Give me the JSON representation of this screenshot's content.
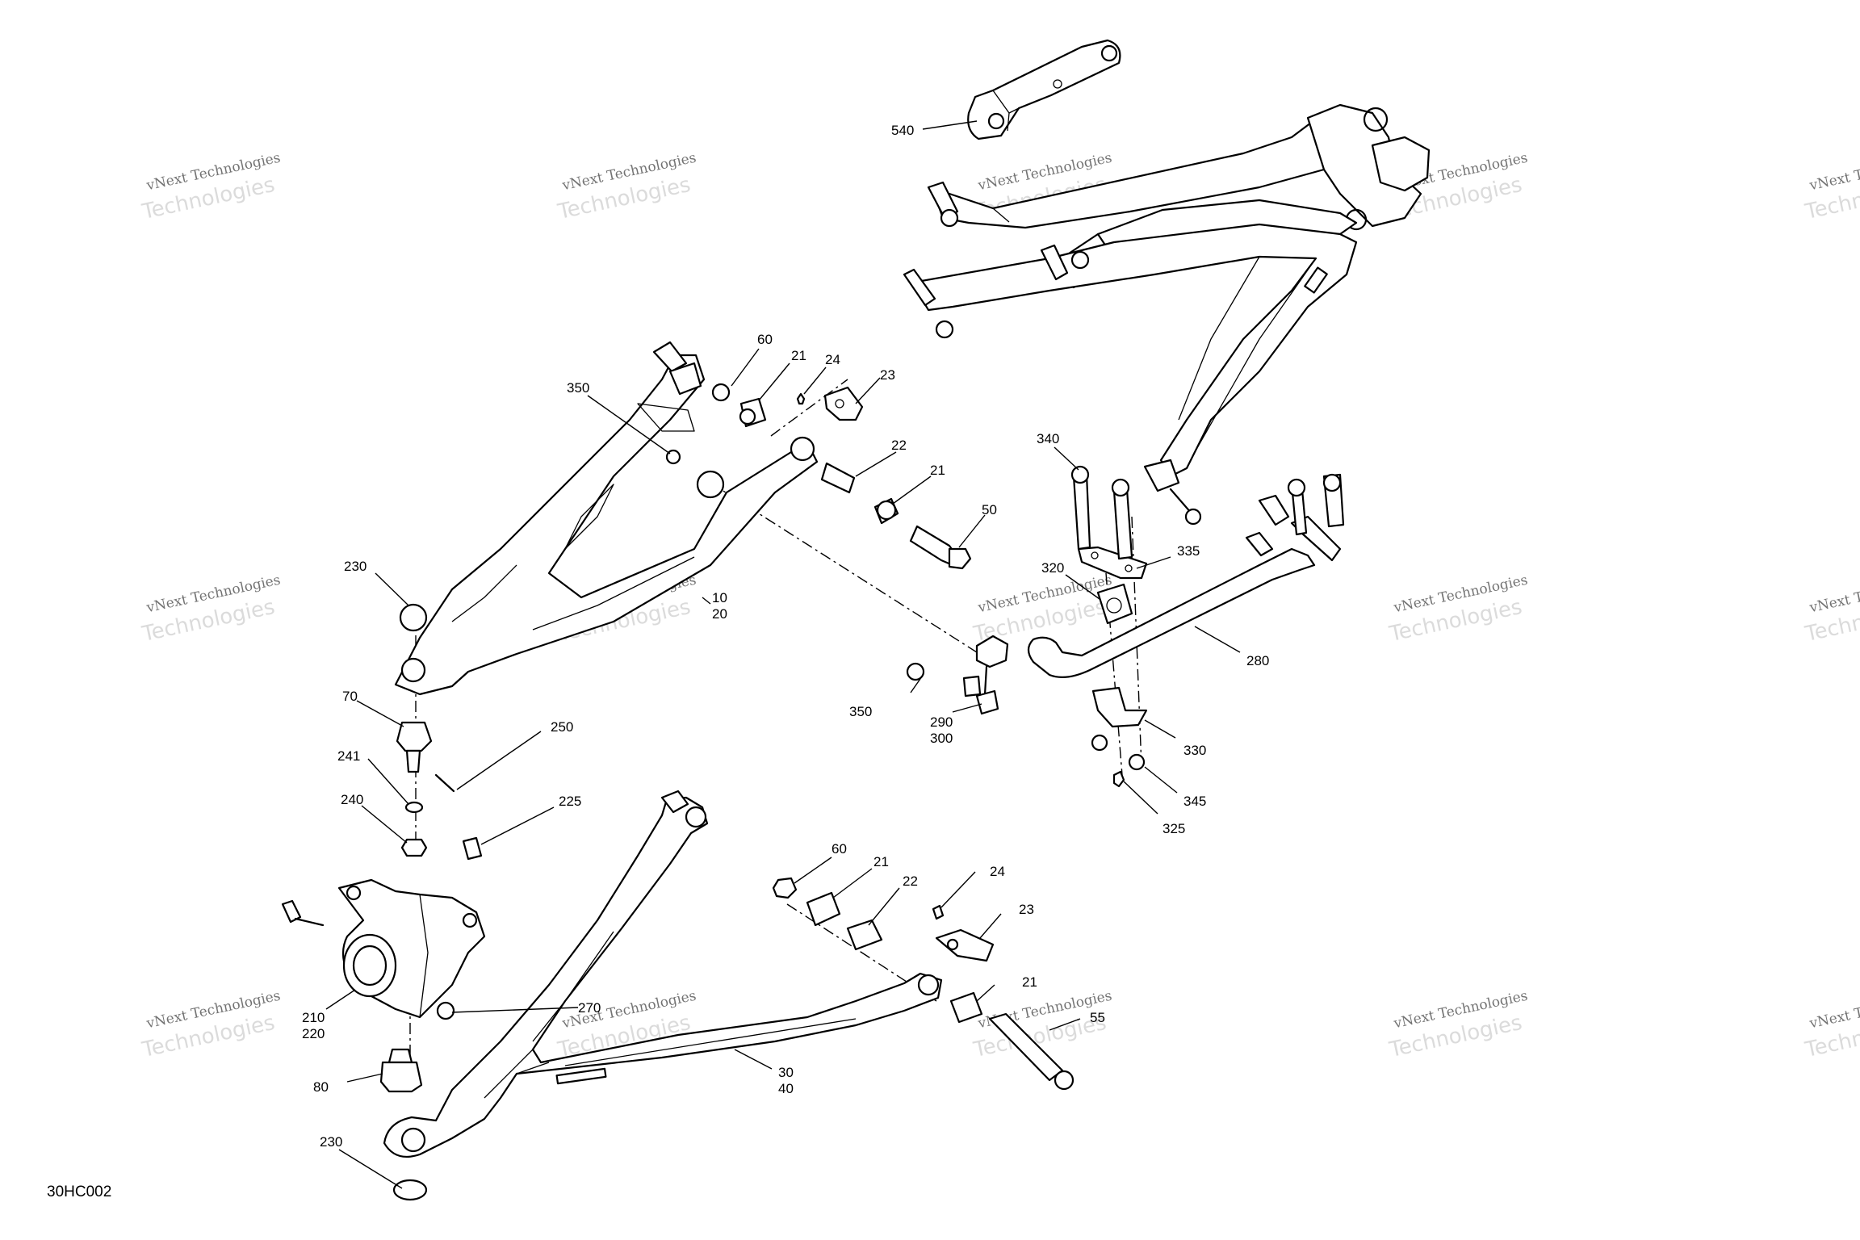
{
  "diagram": {
    "reference": "30HC002",
    "watermark_line1": "vNext Technologies",
    "watermark_line2": "Technologies",
    "callouts": {
      "c540": "540",
      "c60a": "60",
      "c21a": "21",
      "c24a": "24",
      "c23a": "23",
      "c350a": "350",
      "c22a": "22",
      "c21b": "21",
      "c50": "50",
      "c10": "10",
      "c20": "20",
      "c230a": "230",
      "c340": "340",
      "c320": "320",
      "c335": "335",
      "c280": "280",
      "c350b": "350",
      "c290": "290",
      "c300": "300",
      "c330": "330",
      "c345": "345",
      "c325": "325",
      "c70": "70",
      "c250": "250",
      "c241": "241",
      "c240": "240",
      "c225": "225",
      "c60b": "60",
      "c21c": "21",
      "c22b": "22",
      "c24b": "24",
      "c23b": "23",
      "c21d": "21",
      "c55": "55",
      "c270": "270",
      "c210": "210",
      "c220": "220",
      "c80": "80",
      "c30": "30",
      "c40": "40",
      "c230b": "230"
    }
  }
}
